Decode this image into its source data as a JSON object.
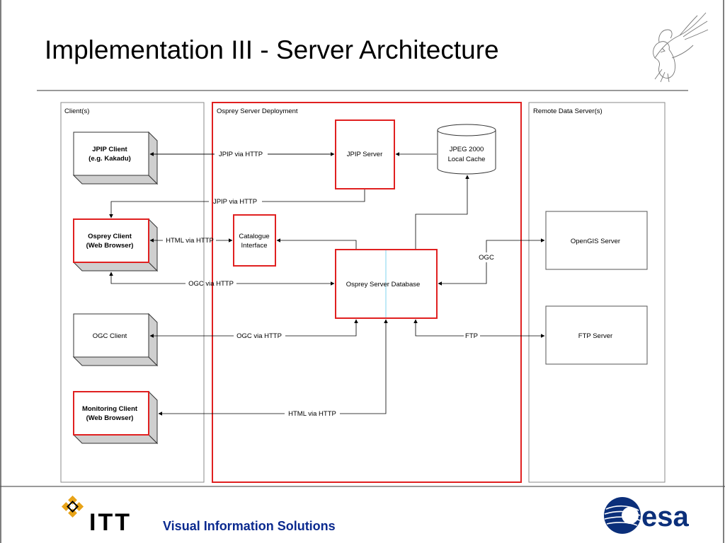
{
  "slide": {
    "title": "Implementation III - Server Architecture",
    "footer": {
      "company": "ITT",
      "tagline": "Visual Information Solutions",
      "partner_logo": "esa"
    }
  },
  "diagram": {
    "sections": {
      "clients": "Client(s)",
      "deployment": "Osprey Server Deployment",
      "remote": "Remote Data Server(s)"
    },
    "nodes": {
      "jpip_client": [
        "JPIP Client",
        "(e.g. Kakadu)"
      ],
      "osprey_client": [
        "Osprey Client",
        "(Web Browser)"
      ],
      "ogc_client": [
        "OGC Client"
      ],
      "monitoring_client": [
        "Monitoring Client",
        "(Web Browser)"
      ],
      "jpip_server": [
        "JPIP Server"
      ],
      "jpeg_cache": [
        "JPEG 2000",
        "Local Cache"
      ],
      "catalogue": [
        "Catalogue",
        "Interface"
      ],
      "database": [
        "Osprey Server Database"
      ],
      "opengis": [
        "OpenGIS Server"
      ],
      "ftp_server": [
        "FTP Server"
      ]
    },
    "links": {
      "jpip_http_1": "JPIP via HTTP",
      "jpip_http_2": "JPIP via HTTP",
      "html_http_1": "HTML via HTTP",
      "ogc_http_1": "OGC via HTTP",
      "ogc_http_2": "OGC via HTTP",
      "html_http_2": "HTML via HTTP",
      "ogc": "OGC",
      "ftp": "FTP"
    },
    "colors": {
      "highlight": "#e02020",
      "line": "#000000",
      "shade": "#cfcfcf",
      "divider": "#9a9a9a",
      "accent_line": "#7fd4ef"
    }
  }
}
